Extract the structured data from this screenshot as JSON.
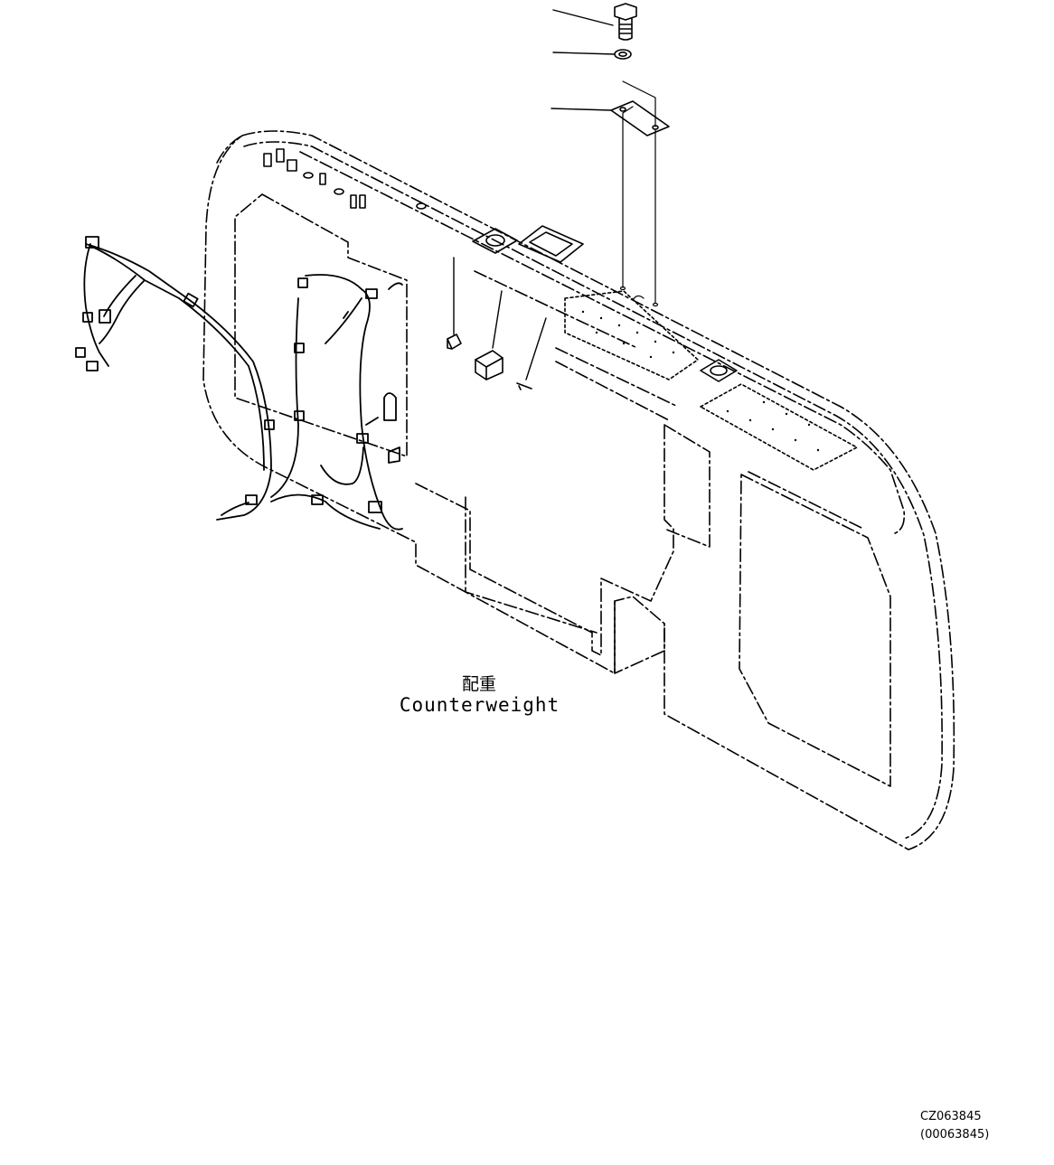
{
  "part_label_jp": "配重",
  "part_label_en": "Counterweight",
  "drawing_code": "CZ063845",
  "drawing_code_ref": "(00063845)"
}
